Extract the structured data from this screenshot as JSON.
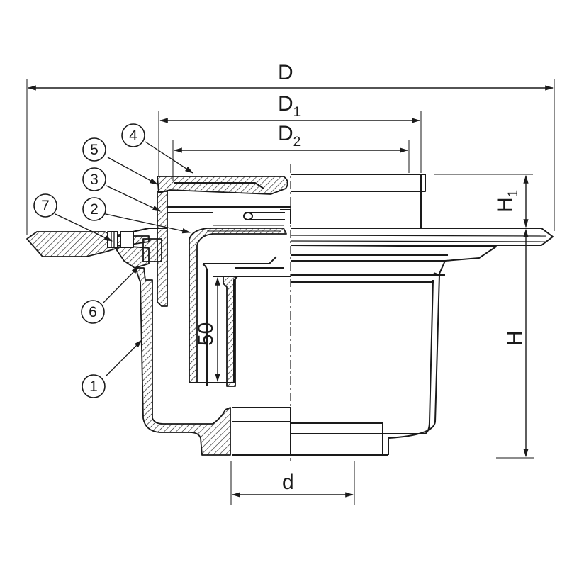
{
  "dimensions": {
    "D": "D",
    "D1": {
      "base": "D",
      "sub": "1"
    },
    "D2": {
      "base": "D",
      "sub": "2"
    },
    "H": "H",
    "H1": {
      "base": "H",
      "sub": "1"
    },
    "d": "d",
    "depth": "50"
  },
  "callouts": [
    "1",
    "2",
    "3",
    "4",
    "5",
    "6",
    "7"
  ]
}
